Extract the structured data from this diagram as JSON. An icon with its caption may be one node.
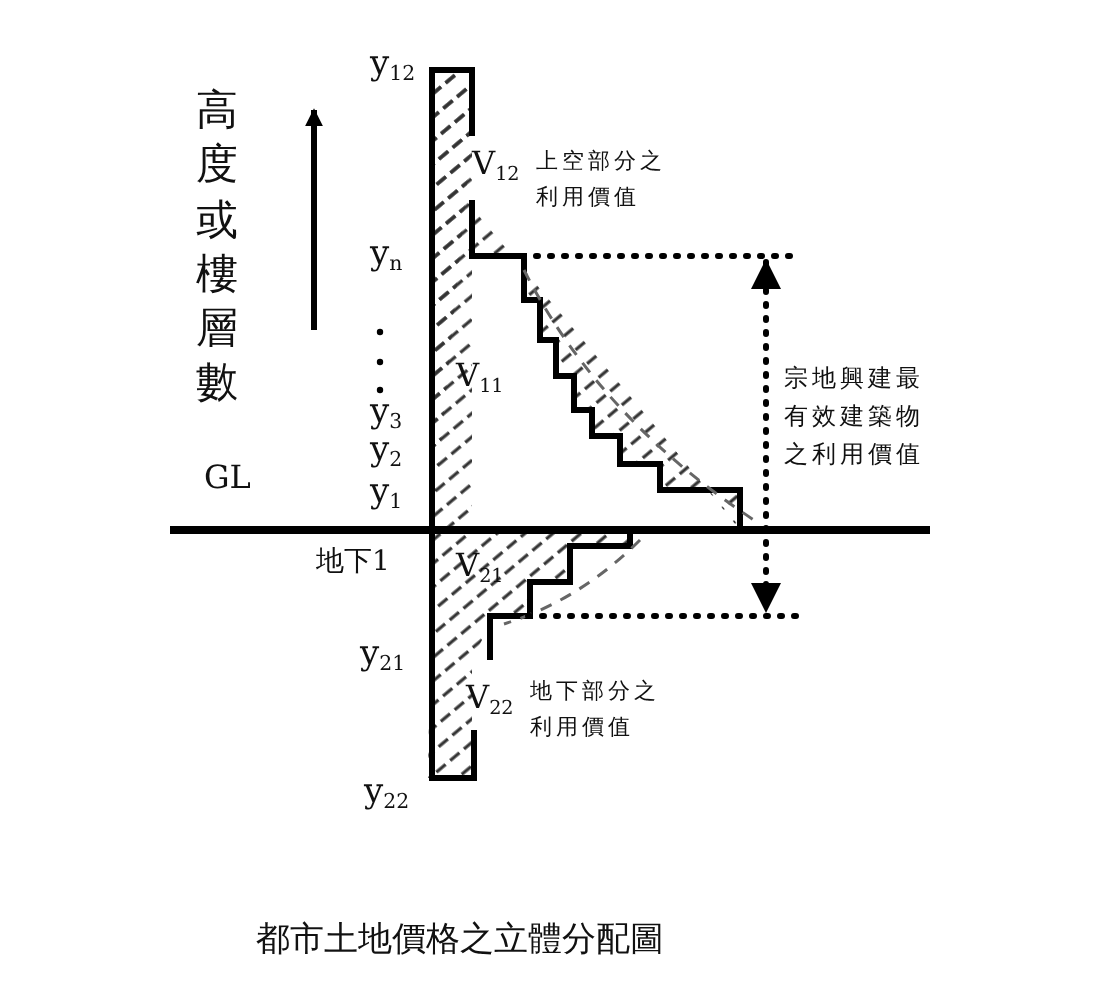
{
  "diagram": {
    "caption": "都市土地價格之立體分配圖",
    "labels": [
      "高度或樓層數",
      "y$_{12}$",
      "V$_{12}$",
      "上空部分之利用價值",
      "y$_{n}$",
      "宗地興建最有效建築物之利用價值",
      "V$_{11}$",
      "y$_{3}$",
      "y$_{2}$",
      "GL",
      "y$_{1}$",
      "地下1",
      "V$_{21}$",
      "y$_{21}$",
      "V$_{22}$",
      "地下部分之利用價值",
      "y$_{22}$"
    ]
  }
}
